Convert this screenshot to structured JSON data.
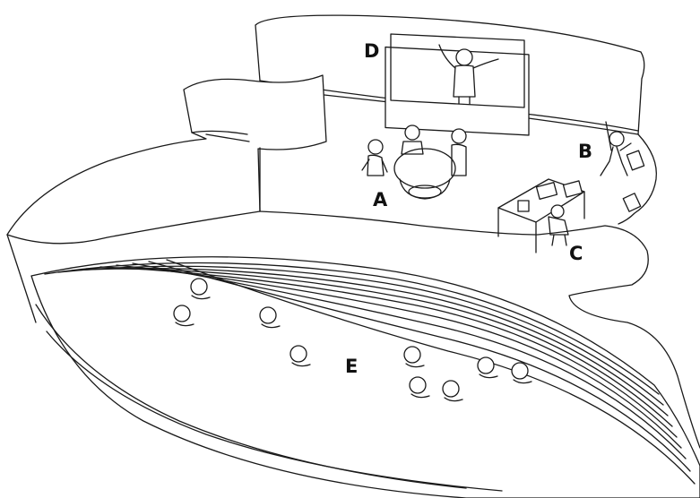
{
  "labels": {
    "a": "A",
    "b": "B",
    "c": "C",
    "d": "D",
    "e": "E"
  },
  "colors": {
    "stroke": "#1a1a1a",
    "background": "#ffffff"
  }
}
